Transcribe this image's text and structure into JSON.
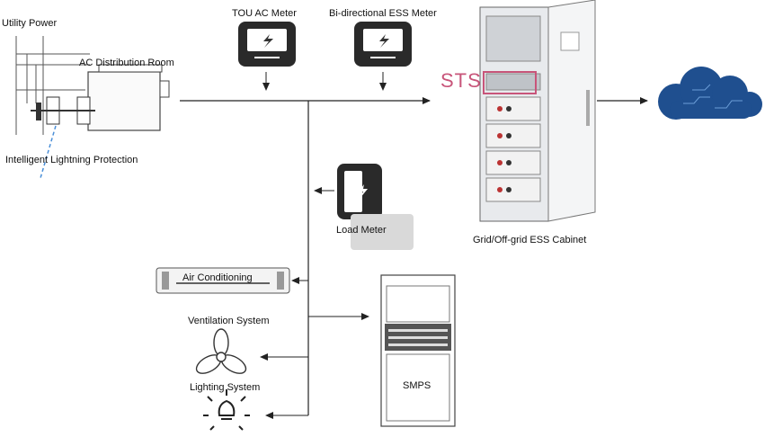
{
  "labels": {
    "utility_power": "Utility Power",
    "ac_distribution_room": "AC Distribution Room",
    "intelligent_lightning_protection": "Intelligent Lightning Protection",
    "tou_ac_meter": "TOU AC Meter",
    "bidirectional_ess_meter": "Bi-directional ESS Meter",
    "sts": "STS",
    "ess_cabinet": "Grid/Off-grid ESS Cabinet",
    "load_meter": "Load Meter",
    "air_conditioning": "Air Conditioning",
    "ventilation_system": "Ventilation System",
    "lighting_system": "Lighting System",
    "smps": "SMPS"
  },
  "icons": {
    "meter": "meter-icon",
    "cloud": "cloud-icon",
    "fan": "fan-icon",
    "bulb": "light-bulb-icon"
  },
  "colors": {
    "line": "#222222",
    "meter_body": "#2a2a2a",
    "sts_highlight": "#c8557a",
    "cloud": "#1f4f8f",
    "cabinet": "#e8eaed"
  }
}
